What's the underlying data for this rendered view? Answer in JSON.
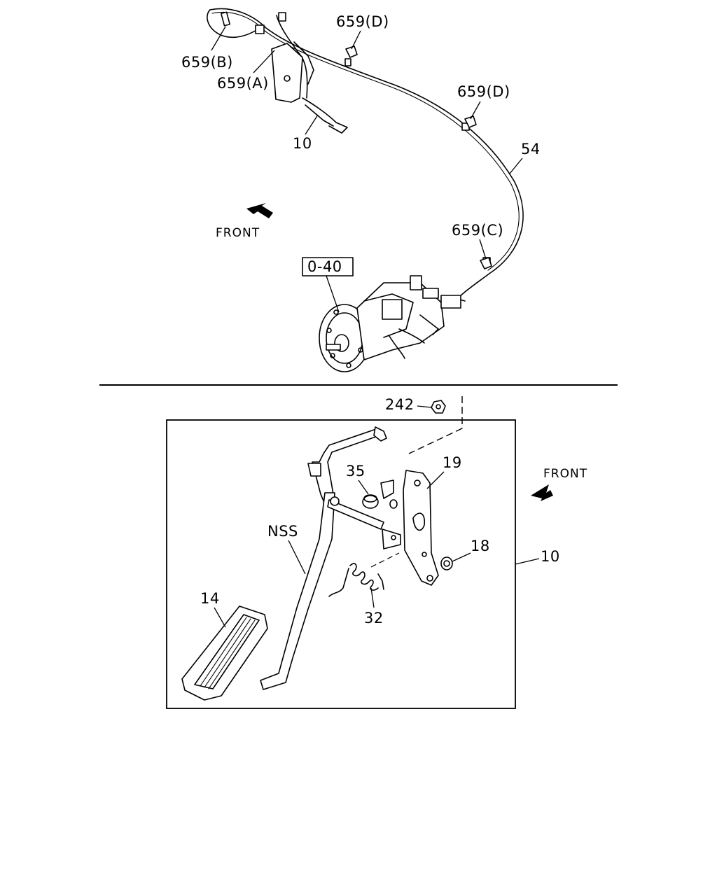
{
  "upper": {
    "labels": {
      "clip_b": "659(B)",
      "clip_a": "659(A)",
      "clip_d_top": "659(D)",
      "clip_d_right": "659(D)",
      "clip_c": "659(C)",
      "pedal_assembly": "10",
      "cable": "54",
      "pump_ref": "0-40"
    },
    "front_label": "FRONT"
  },
  "lower": {
    "labels": {
      "nut": "242",
      "bushing": "35",
      "bracket": "19",
      "washer": "18",
      "assembly": "10",
      "arm": "NSS",
      "pad": "14",
      "spring": "32"
    },
    "front_label": "FRONT"
  }
}
